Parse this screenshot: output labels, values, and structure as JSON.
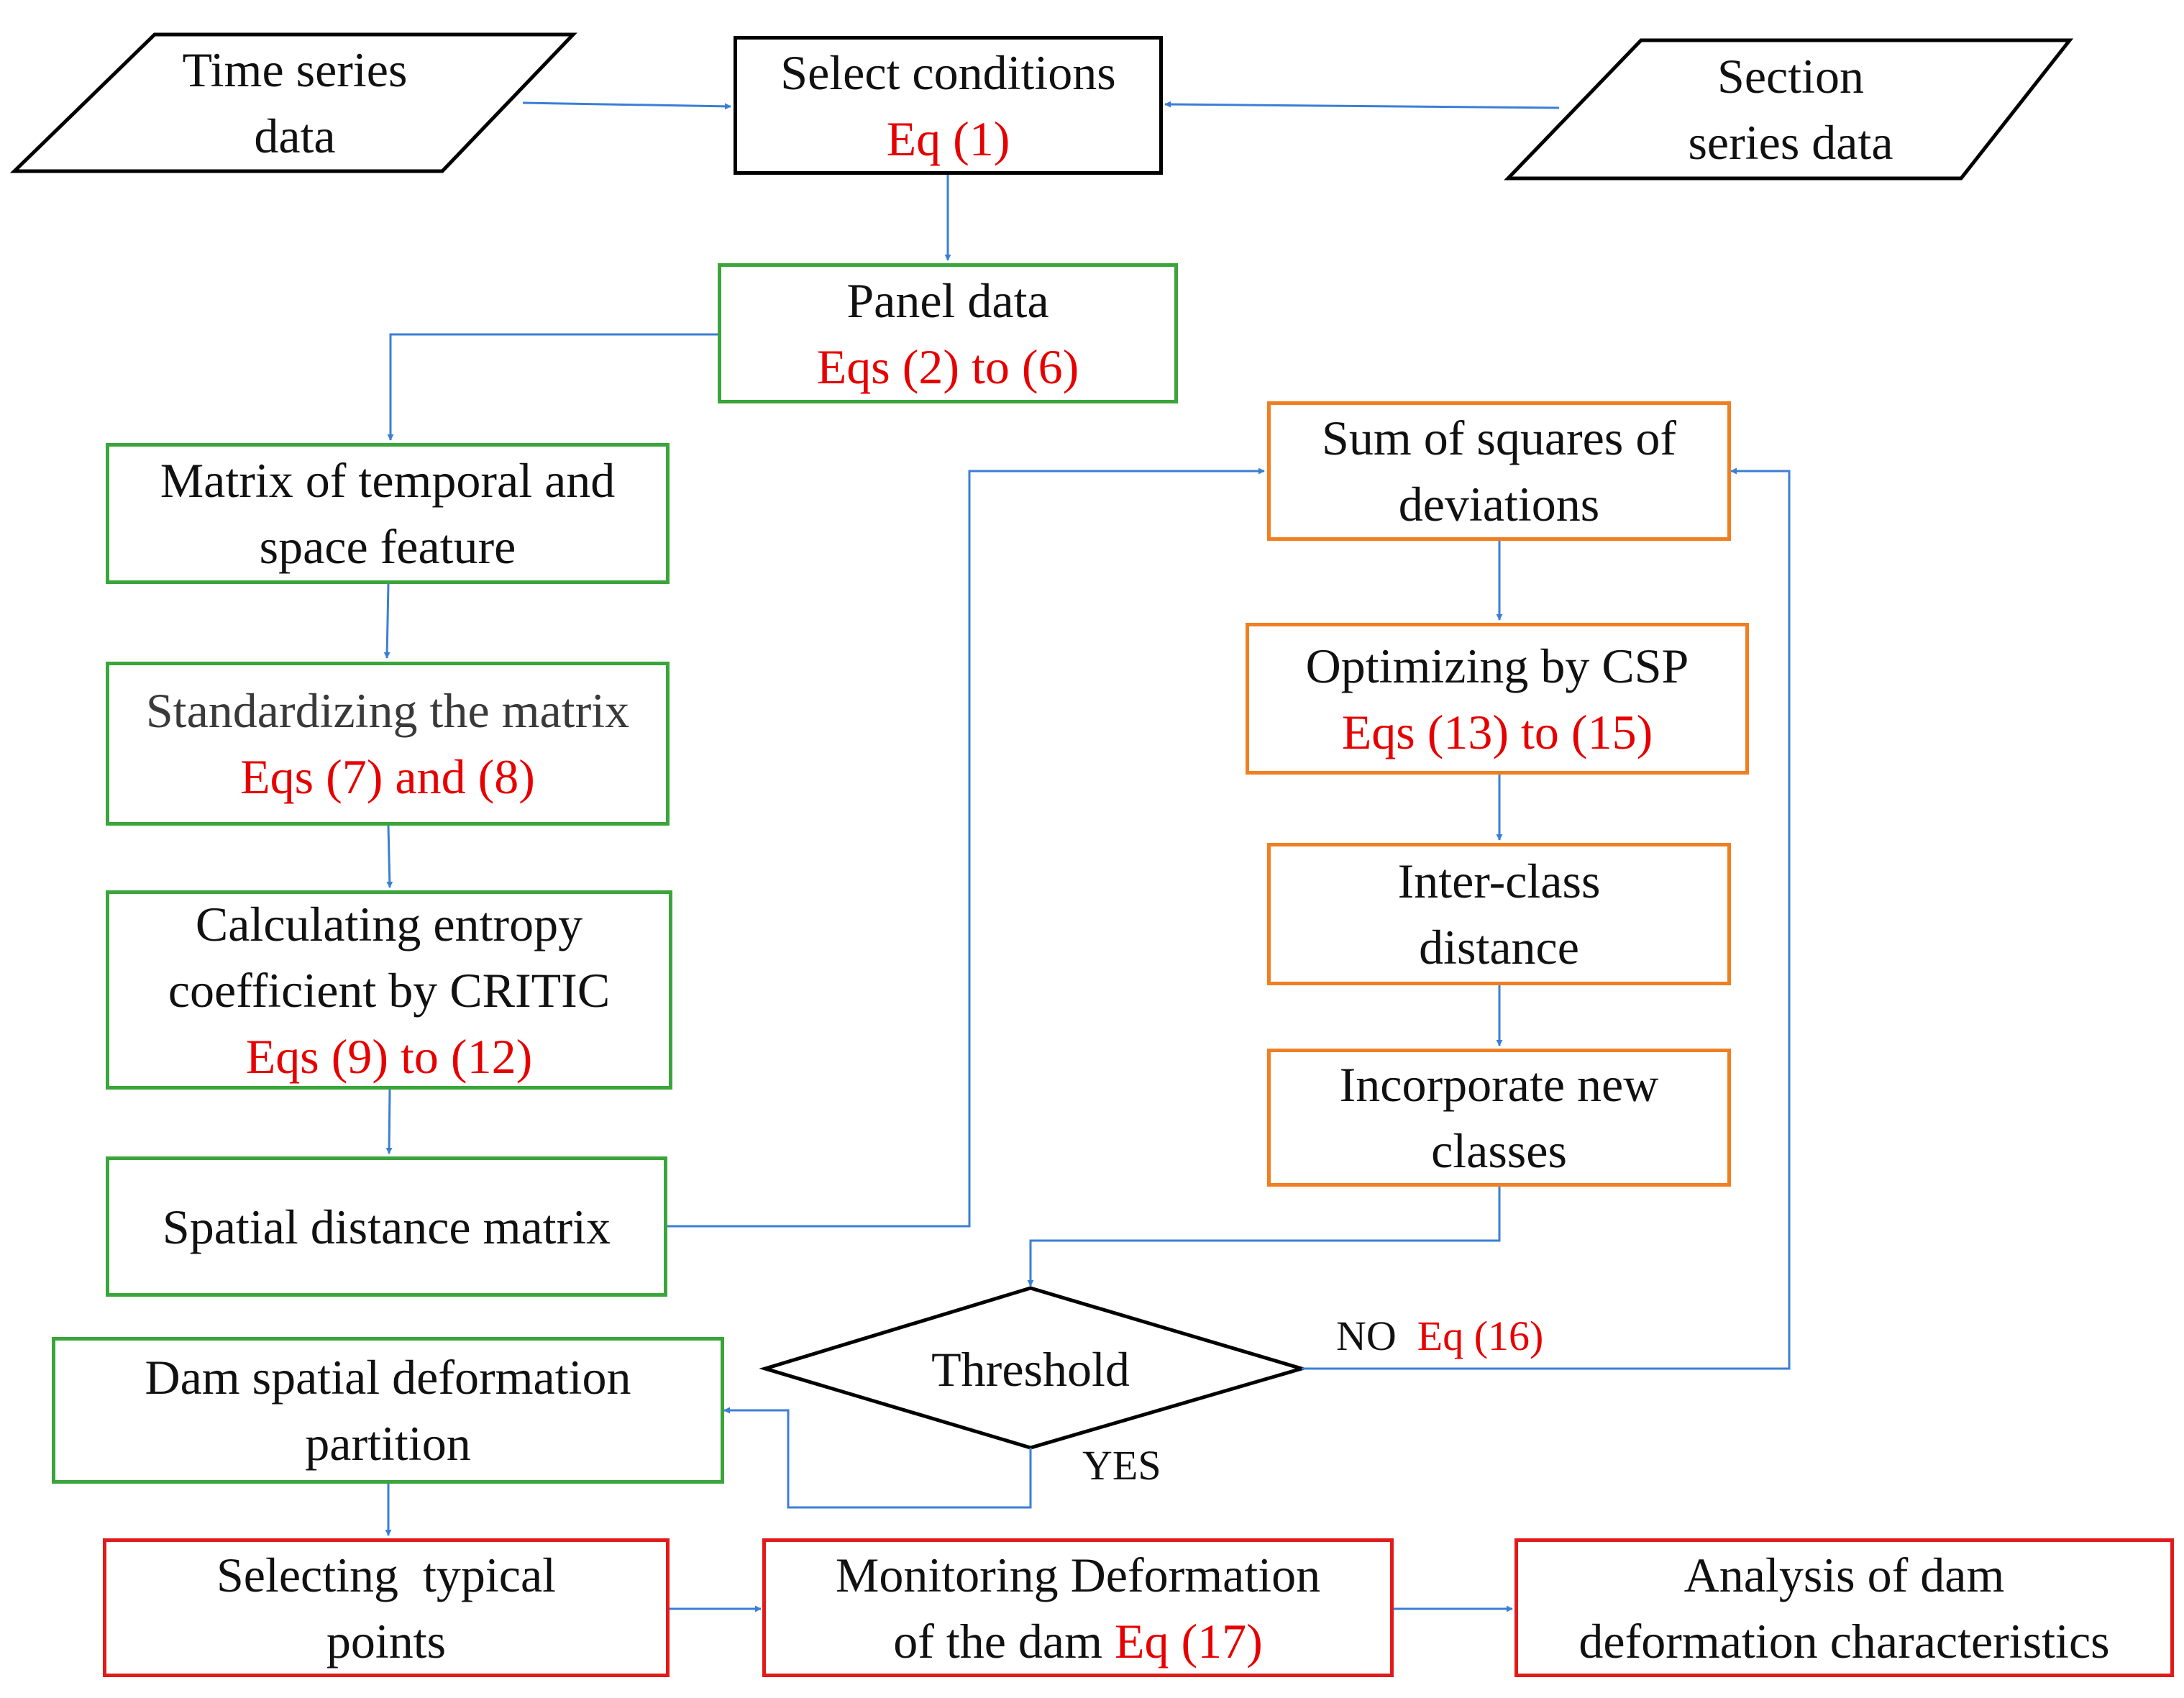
{
  "inputs": {
    "time_series": [
      "Time series",
      "data"
    ],
    "section_series": [
      "Section",
      "series data"
    ]
  },
  "select_conditions": {
    "title": "Select conditions",
    "eq": "Eq (1)"
  },
  "panel_data": {
    "title": "Panel data",
    "eq": "Eqs (2) to (6)"
  },
  "matrix_feature": [
    "Matrix of temporal and",
    "space feature"
  ],
  "standardizing": {
    "title": "Standardizing the matrix",
    "eq": "Eqs (7) and (8)"
  },
  "entropy": {
    "lines": [
      "Calculating entropy",
      "coefficient by CRITIC"
    ],
    "eq": "Eqs (9) to (12)"
  },
  "spatial_distance": "Spatial distance matrix",
  "sum_squares": [
    "Sum of squares of",
    "deviations"
  ],
  "optimizing": {
    "title": "Optimizing by CSP",
    "eq": "Eqs (13) to (15)"
  },
  "inter_class": [
    "Inter-class",
    "distance"
  ],
  "incorporate": [
    "Incorporate new",
    "classes"
  ],
  "threshold": "Threshold",
  "no_branch": {
    "label": "NO",
    "eq": "Eq (16)"
  },
  "yes_branch": "YES",
  "partition": [
    "Dam spatial deformation",
    "partition"
  ],
  "typical_points": [
    "Selecting  typical",
    "points"
  ],
  "monitoring": {
    "line1": "Monitoring Deformation",
    "line2": "of the dam ",
    "eq": "Eq (17)"
  },
  "analysis": [
    "Analysis of dam",
    "deformation characteristics"
  ],
  "colors": {
    "connector": "#3a7fd5",
    "equation": "#e60000",
    "input_border": "#000000",
    "green_border": "#3aa53a",
    "orange_border": "#f07f22",
    "red_border": "#e11b1b"
  }
}
